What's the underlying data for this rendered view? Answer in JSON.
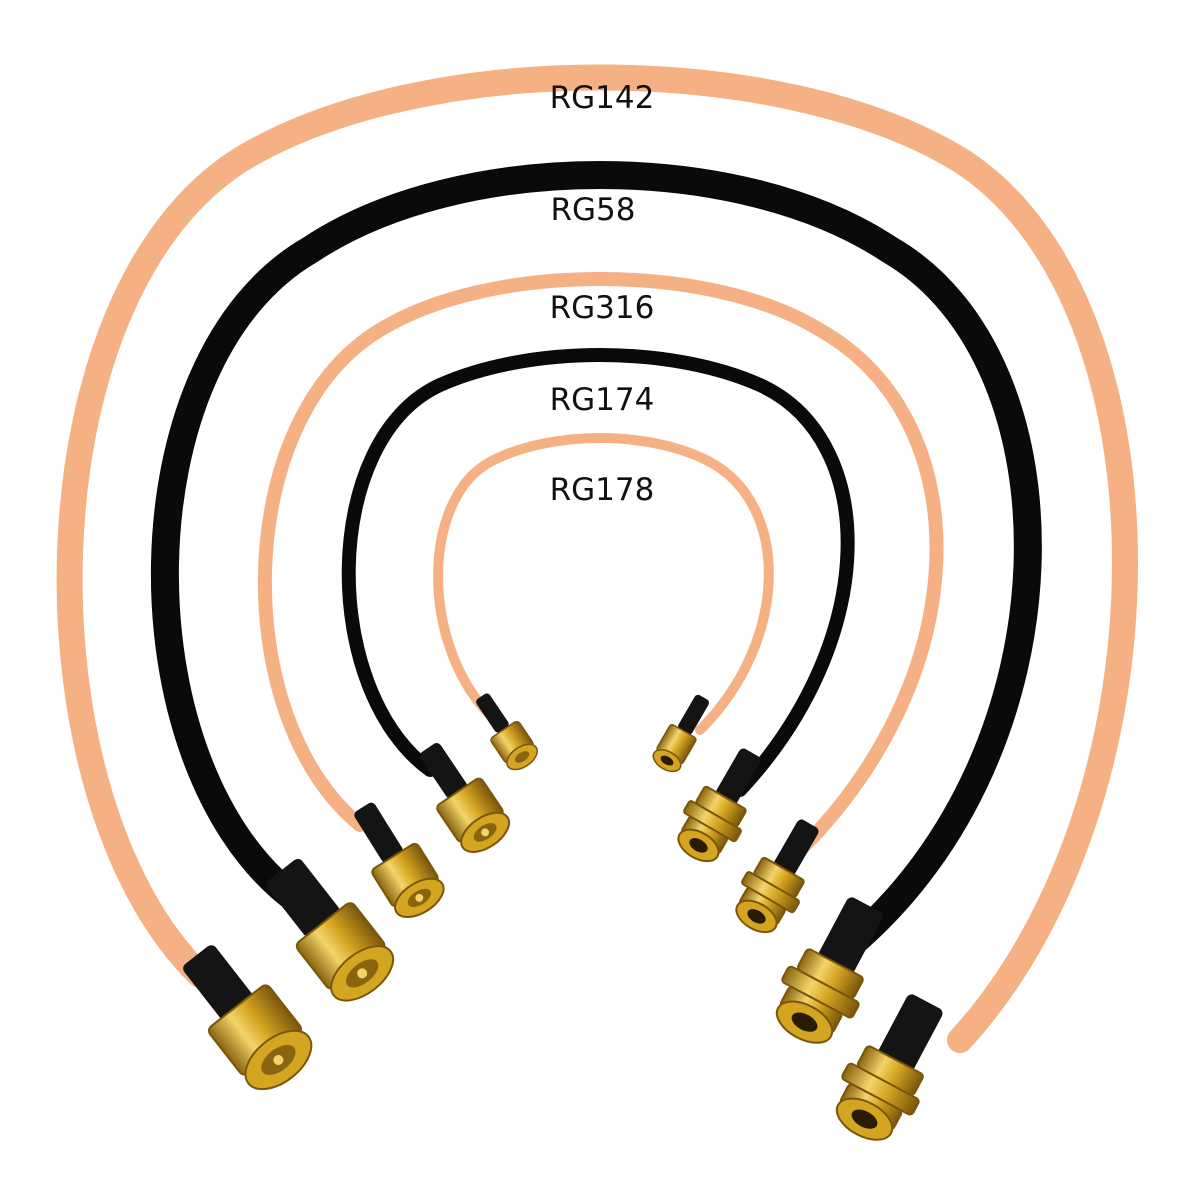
{
  "cables": [
    {
      "label": "RG142",
      "color": "#f5b183",
      "jacket": "orange",
      "left_connector": "rp-sma-male",
      "right_connector": "rp-sma-female-bulkhead"
    },
    {
      "label": "RG58",
      "color": "#0a0a0a",
      "jacket": "black",
      "left_connector": "rp-sma-male",
      "right_connector": "rp-sma-female-bulkhead"
    },
    {
      "label": "RG316",
      "color": "#f5b183",
      "jacket": "orange",
      "left_connector": "rp-sma-male",
      "right_connector": "rp-sma-female-bulkhead"
    },
    {
      "label": "RG174",
      "color": "#0a0a0a",
      "jacket": "black",
      "left_connector": "rp-sma-male",
      "right_connector": "rp-sma-female-bulkhead"
    },
    {
      "label": "RG178",
      "color": "#f5b183",
      "jacket": "orange",
      "left_connector": "rp-sma-male",
      "right_connector": "rp-sma-female-bulkhead"
    }
  ],
  "connector_colors": {
    "gold": "#d4a520",
    "gold_dark": "#8a6510",
    "gold_light": "#f3d46a",
    "boot": "#141414"
  },
  "background_color": "#ffffff"
}
